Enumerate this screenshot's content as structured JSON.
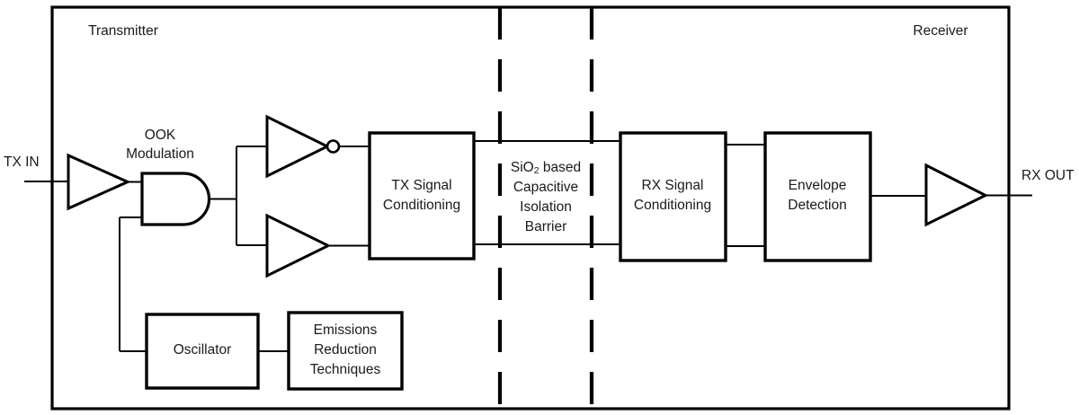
{
  "diagram": {
    "title_hidden": "Capacitive digital isolator block diagram",
    "outer_boundary": {
      "name": "device-boundary"
    },
    "sections": [
      {
        "id": "transmitter",
        "label": "Transmitter"
      },
      {
        "id": "receiver",
        "label": "Receiver"
      }
    ],
    "ports": [
      {
        "id": "tx-in",
        "label": "TX IN"
      },
      {
        "id": "rx-out",
        "label": "RX OUT"
      }
    ],
    "barrier": {
      "id": "isolation-barrier",
      "line1": "SiO",
      "sub": "2",
      "line1b": " based",
      "line2": "Capacitive",
      "line3": "Isolation",
      "line4": "Barrier",
      "full_text": "SiO2 based Capacitive Isolation Barrier"
    },
    "blocks": [
      {
        "id": "tx-signal-conditioning",
        "line1": "TX Signal",
        "line2": "Conditioning"
      },
      {
        "id": "rx-signal-conditioning",
        "line1": "RX Signal",
        "line2": "Conditioning"
      },
      {
        "id": "envelope-detection",
        "line1": "Envelope",
        "line2": "Detection"
      },
      {
        "id": "oscillator",
        "line1": "Oscillator",
        "line2": ""
      },
      {
        "id": "emissions-reduction",
        "line1": "Emissions",
        "line2": "Reduction",
        "line3": "Techniques"
      }
    ],
    "gates": [
      {
        "id": "input-buffer",
        "type": "buffer",
        "label": ""
      },
      {
        "id": "and-gate",
        "type": "and",
        "label": "OOK Modulation",
        "label_line1": "OOK",
        "label_line2": "Modulation"
      },
      {
        "id": "inverter",
        "type": "inverter",
        "label": ""
      },
      {
        "id": "buffer",
        "type": "buffer",
        "label": ""
      },
      {
        "id": "output-buffer",
        "type": "buffer",
        "label": ""
      }
    ],
    "colors": {
      "line": "#000000",
      "text": "#1a1a1a",
      "background": "#ffffff"
    }
  }
}
